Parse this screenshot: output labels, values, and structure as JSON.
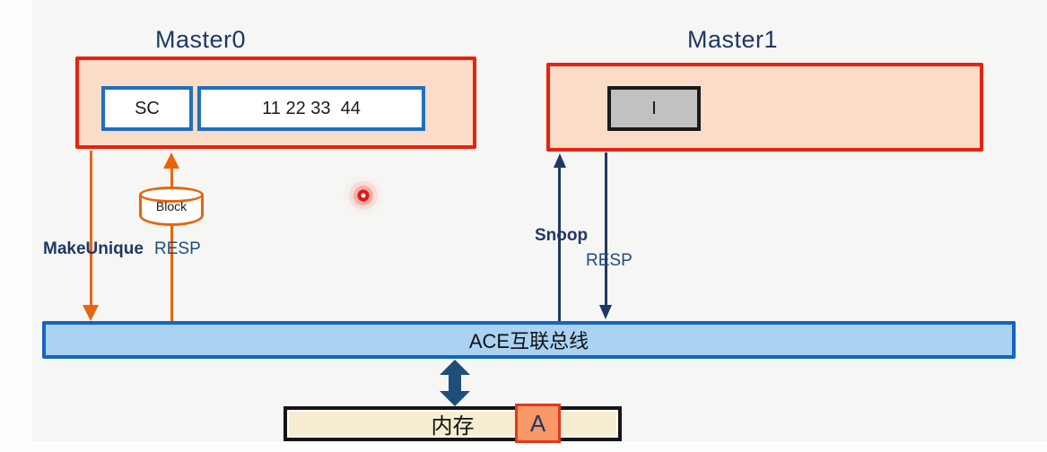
{
  "colors": {
    "red": "#e8220f",
    "salmon": "#fbdcc9",
    "cache-border": "#1f6fbf",
    "navy": "#1f3864",
    "navy2": "#1f4e79",
    "orange": "#e8650f",
    "bus-fill": "#a9d2f3",
    "bus-border": "#1565bf",
    "mem-fill": "#f7edd2",
    "cell-fill": "#f89768",
    "cell-border": "#e0391b",
    "gray-fill": "#c1c1c1"
  },
  "master0": {
    "title": "Master0",
    "state": "SC",
    "data": "11 22 33  44"
  },
  "master1": {
    "title": "Master1",
    "state": "I"
  },
  "labels": {
    "make_unique": "MakeUnique",
    "resp_left": "RESP",
    "snoop": "Snoop",
    "resp_right": "RESP"
  },
  "block": {
    "label": "Block"
  },
  "bus": {
    "label": "ACE互联总线"
  },
  "memory": {
    "label": "内存",
    "cell": "A"
  }
}
